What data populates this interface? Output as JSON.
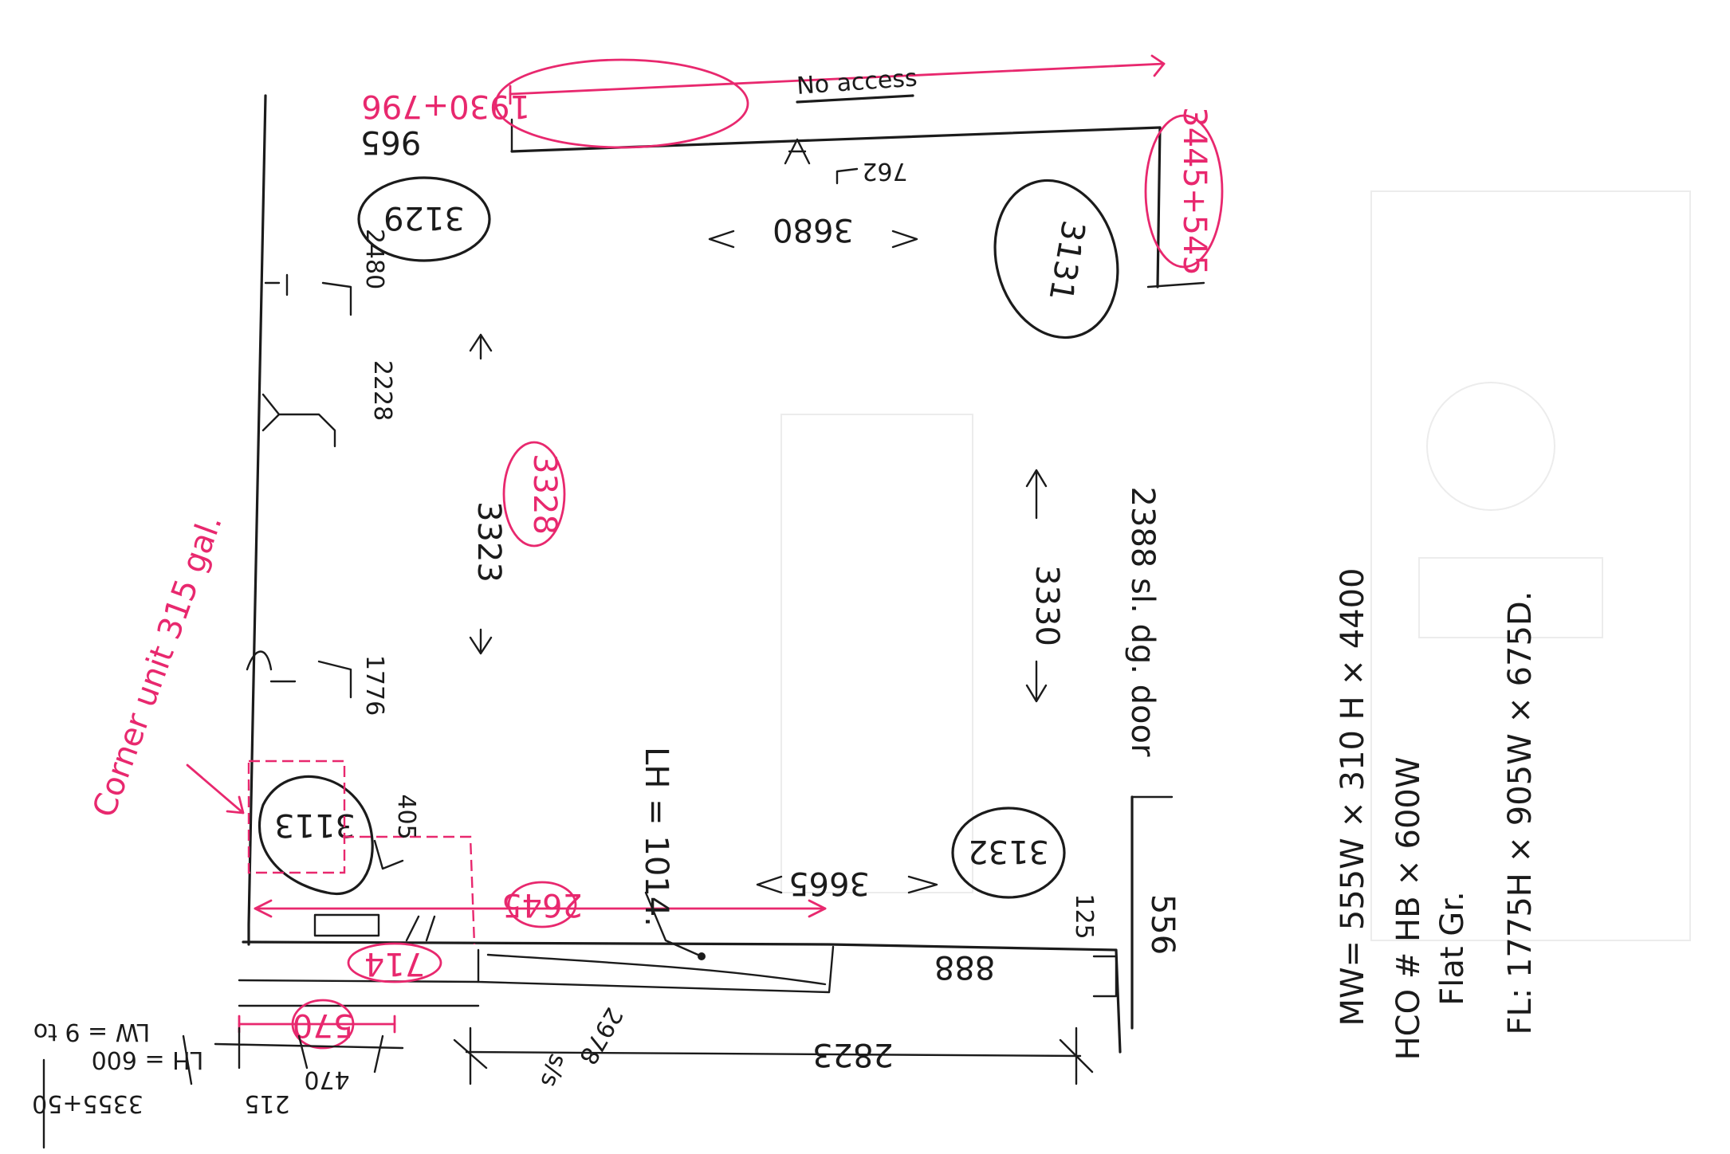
{
  "colors": {
    "ink": "#1b1b1b",
    "accent": "#e8286e",
    "paper": "#ffffff"
  },
  "labels": {
    "top_span": "1930+796",
    "no_access": "No access",
    "right_post": "3445+545",
    "top_post_stub": "965",
    "ceiling_unit_top_left": "3129",
    "ceiling_unit_top_right": "3131",
    "top_room_width": "3680",
    "offset_762": "762",
    "outlet_2480": "2480",
    "outlet_2228": "2228",
    "outlet_1776": "1776",
    "left_wall_length": "3323",
    "left_wall_length_red": "3328",
    "mid_room_width": "3330",
    "sliding_door": "2388 sl. dg. door",
    "corner_unit_note": "Corner unit 315 gal.",
    "ceiling_unit_bottom_left": "3113",
    "dim_405": "405",
    "bottom_wall_red": "2645",
    "lintel_height": "LH = 1014.",
    "bottom_wall_right": "3665",
    "ceiling_unit_bottom_right": "3132",
    "dim_125": "125",
    "dim_556": "556",
    "dim_714": "714",
    "dim_888": "888",
    "dim_570": "570",
    "dim_2978": "2978",
    "dim_s_s": "s/s",
    "dim_2823": "2823",
    "dim_470": "470",
    "dim_215": "215",
    "dim_3355": "3355+50",
    "dim_lh_note": "LH = 600",
    "dim_lw_note": "LW = 9 to",
    "spec_mw": "MW= 555W × 310 H × 4400",
    "spec_hco": "HCO # HB × 600W",
    "spec_flat": "Flat Gr.",
    "spec_fl": "FL: 1775H × 905W × 675D."
  }
}
